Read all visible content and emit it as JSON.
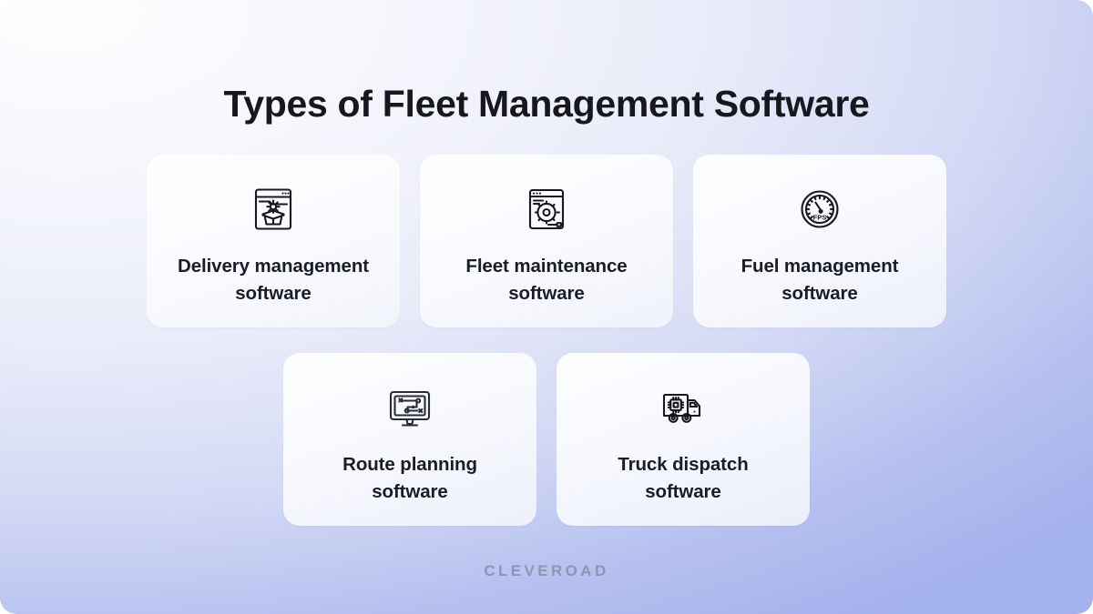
{
  "page": {
    "title": "Types of Fleet Management Software",
    "background_start": "#fdfdff",
    "background_end": "#a3b1ec",
    "title_color": "#17171f"
  },
  "cards": [
    {
      "label": "Delivery management\nsoftware",
      "line1": "Delivery management",
      "line2": "software",
      "icon": "browser-box-gear-icon",
      "row": 1
    },
    {
      "label": "Fleet maintenance\nsoftware",
      "line1": "Fleet maintenance",
      "line2": "software",
      "icon": "browser-gear-icon",
      "row": 1
    },
    {
      "label": "Fuel management\nsoftware",
      "line1": "Fuel management",
      "line2": "software",
      "icon": "fps-gauge-icon",
      "icon_text": "FPS",
      "row": 1
    },
    {
      "label": "Route planning\nsoftware",
      "line1": "Route planning",
      "line2": "software",
      "icon": "monitor-route-icon",
      "row": 2
    },
    {
      "label": "Truck dispatch\nsoftware",
      "line1": "Truck dispatch",
      "line2": "software",
      "icon": "truck-chip-icon",
      "row": 2
    }
  ],
  "footer": {
    "logo_text": "CLEVEROAD",
    "logo_color": "#8d96b0"
  }
}
